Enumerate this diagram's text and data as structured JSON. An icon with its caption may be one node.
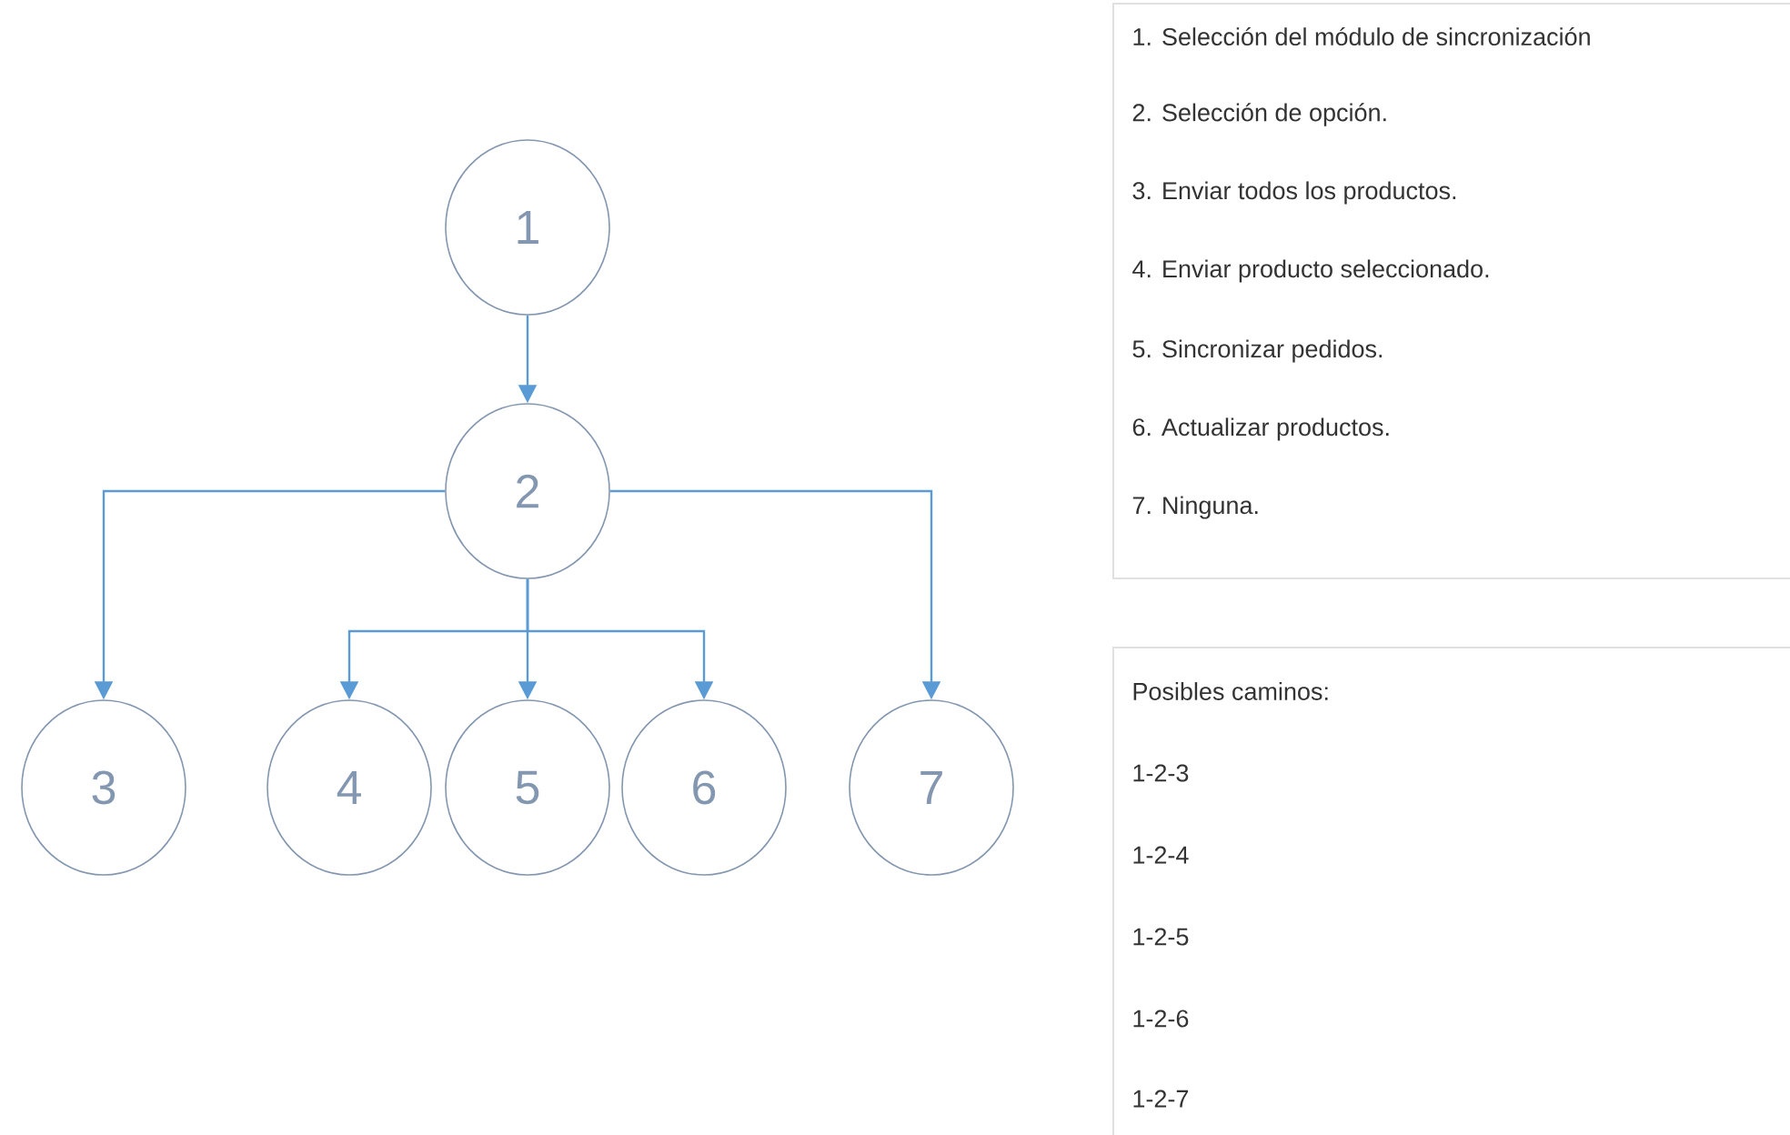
{
  "diagram": {
    "nodes": [
      {
        "text": [
          "1"
        ]
      },
      {
        "text": [
          "2"
        ]
      },
      {
        "text": [
          "3"
        ]
      },
      {
        "text": [
          "4"
        ]
      },
      {
        "text": [
          "5"
        ]
      },
      {
        "text": [
          "6"
        ]
      },
      {
        "text": [
          "7"
        ]
      }
    ],
    "edges": [
      {
        "from": 0,
        "to": 1,
        "arrow": "to"
      },
      {
        "from": 1,
        "to": 2,
        "arrow": "to"
      },
      {
        "from": 1,
        "to": 3,
        "arrow": "to"
      },
      {
        "from": 1,
        "to": 4,
        "arrow": "to"
      },
      {
        "from": 1,
        "to": 5,
        "arrow": "to"
      },
      {
        "from": 1,
        "to": 6,
        "arrow": "to"
      }
    ],
    "labels": [
      "1. Selección del módulo de sincronización",
      "2. Selección de opción.",
      "3. Enviar todos los productos.",
      "4. Enviar producto seleccionado.",
      "5. Sincronizar pedidos.",
      "6. Actualizar productos.",
      "7. Ninguna.",
      "Posibles caminos:",
      "1-2-3",
      "1-2-4",
      "1-2-5",
      "1-2-6",
      "1-2-7"
    ]
  }
}
